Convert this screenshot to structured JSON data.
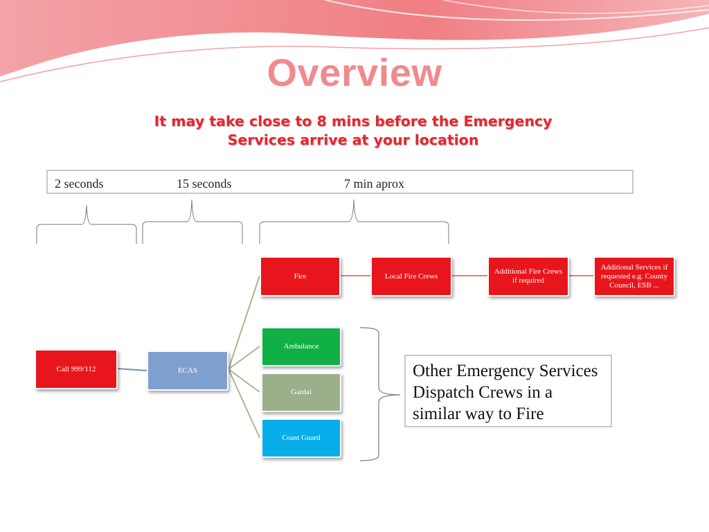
{
  "slide": {
    "title": "Overview",
    "subtitle_line1": "It may take close to 8 mins before the Emergency",
    "subtitle_line2": "Services arrive at your location"
  },
  "timeline": {
    "segments": [
      "2 seconds",
      "15 seconds",
      "7 min aprox"
    ]
  },
  "nodes": {
    "call": "Call 999/112",
    "ecas": "ECAS",
    "fire": "Fire",
    "local_fire_crews": "Local Fire Crews",
    "additional_fire_crews": "Additional Fire Crews if required",
    "additional_services": "Additional Services if requested e.g. County Council, ESB ...",
    "ambulance": "Ambulance",
    "gardai": "Gardai",
    "coast_guard": "Coast Guard"
  },
  "note": {
    "text": "Other Emergency Services Dispatch Crews in a similar way to Fire"
  },
  "colors": {
    "title": "#f08a8e",
    "subtitle": "#e8262c",
    "red_node": "#e8161c",
    "blue_node": "#7f9fcf",
    "green_node": "#10b047",
    "sage_node": "#9bb08a",
    "cyan_node": "#08aeea",
    "red_connector": "#f07878",
    "sage_connector": "#a8b890",
    "blue_connector": "#6f8fb8"
  }
}
